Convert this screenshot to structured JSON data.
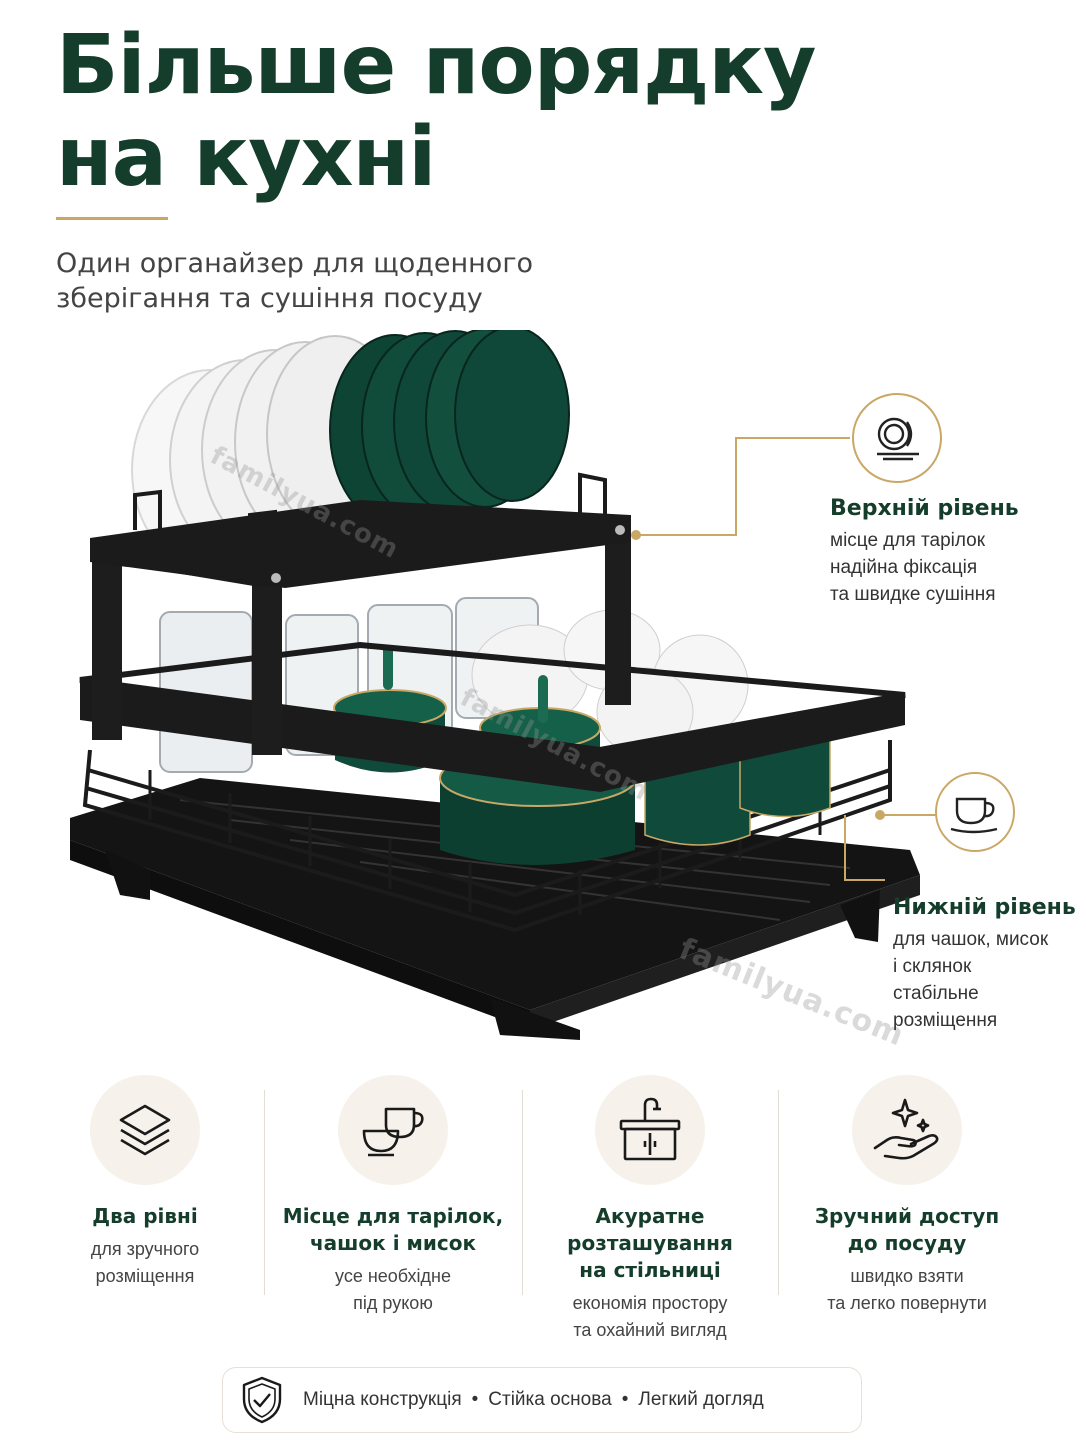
{
  "headline": {
    "line1": "Більше порядку",
    "line2": "на кухні"
  },
  "subtitle": {
    "line1": "Один органайзер для щоденного",
    "line2": "зберігання та сушіння посуду"
  },
  "watermark": "familyua.com",
  "callouts": {
    "upper": {
      "icon": "plate-icon",
      "title": "Верхній рівень",
      "lines": [
        "місце для тарілок",
        "надійна фіксація",
        "та швидке сушіння"
      ]
    },
    "lower": {
      "icon": "cup-saucer-icon",
      "title": "Нижній рівень",
      "lines": [
        "для чашок, мисок",
        "і склянок",
        "стабільне",
        "розміщення"
      ]
    }
  },
  "features": [
    {
      "icon": "layers-icon",
      "title": [
        "Два рівні"
      ],
      "desc": [
        "для зручного",
        "розміщення"
      ]
    },
    {
      "icon": "cup-bowl-icon",
      "title": [
        "Місце для тарілок,",
        "чашок і мисок"
      ],
      "desc": [
        "усе необхідне",
        "під рукою"
      ]
    },
    {
      "icon": "kitchen-sink-icon",
      "title": [
        "Акуратне",
        "розташування",
        "на стільниці"
      ],
      "desc": [
        "економія простору",
        "та охайний вигляд"
      ]
    },
    {
      "icon": "hand-sparkle-icon",
      "title": [
        "Зручний доступ",
        "до посуду"
      ],
      "desc": [
        "швидко взяти",
        "та легко повернути"
      ]
    }
  ],
  "bottom_bar": {
    "icon": "shield-check-icon",
    "items": [
      "Міцна конструкція",
      "Стійка основа",
      "Легкий догляд"
    ],
    "separator": "•"
  },
  "colors": {
    "brand_green": "#143d2b",
    "gold": "#c9a866",
    "rack_black": "#1b1b1b"
  }
}
